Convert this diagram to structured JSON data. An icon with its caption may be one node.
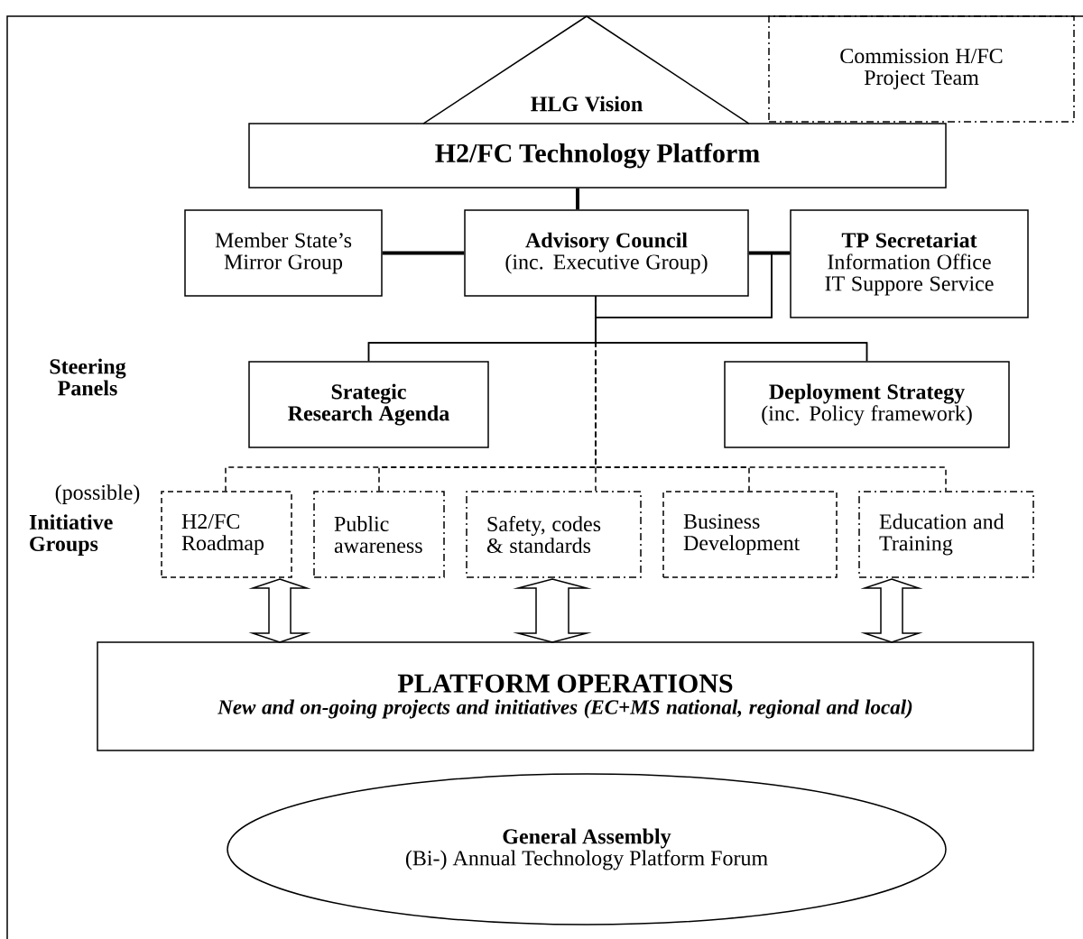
{
  "diagram": {
    "nodes": [
      {
        "text": [
          "HLG Vision"
        ]
      },
      {
        "text": [
          "Commission H/FC Project Team"
        ]
      },
      {
        "text": [
          "H2/FC Technology Platform"
        ]
      },
      {
        "text": [
          "Member State’s Mirror Group"
        ]
      },
      {
        "text": [
          "Advisory Council",
          "(inc. Executive Group)"
        ]
      },
      {
        "text": [
          "TP Secretariat",
          "Information Office",
          "IT Suppore Service"
        ]
      },
      {
        "text": [
          "Srategic Research Agenda"
        ]
      },
      {
        "text": [
          "Deployment Strategy",
          "(inc. Policy framework)"
        ]
      },
      {
        "text": [
          "H2/FC Roadmap"
        ]
      },
      {
        "text": [
          "Public awareness"
        ]
      },
      {
        "text": [
          "Safety, codes & standards"
        ]
      },
      {
        "text": [
          "Business Development"
        ]
      },
      {
        "text": [
          "Education and Training"
        ]
      },
      {
        "text": [
          "PLATFORM OPERATIONS",
          "New and on-going projects and initiatives (EC+MS national, regional and local)"
        ]
      },
      {
        "text": [
          "General Assembly",
          "(Bi-) Annual Technology Platform Forum"
        ]
      }
    ],
    "edges": [
      {
        "from": 2,
        "to": 4,
        "arrow": "none",
        "style": "thick"
      },
      {
        "from": 3,
        "to": 4,
        "arrow": "none",
        "style": "thick"
      },
      {
        "from": 4,
        "to": 5,
        "arrow": "none",
        "style": "thick"
      },
      {
        "from": 4,
        "to": 6,
        "arrow": "none"
      },
      {
        "from": 4,
        "to": 7,
        "arrow": "none"
      },
      {
        "from": 5,
        "to": 6,
        "arrow": "none"
      },
      {
        "from": 5,
        "to": 7,
        "arrow": "none"
      },
      {
        "from": 4,
        "to": 8,
        "arrow": "none",
        "style": "dashed"
      },
      {
        "from": 4,
        "to": 9,
        "arrow": "none",
        "style": "dashed"
      },
      {
        "from": 4,
        "to": 10,
        "arrow": "none",
        "style": "dashed"
      },
      {
        "from": 4,
        "to": 11,
        "arrow": "none",
        "style": "dashed"
      },
      {
        "from": 4,
        "to": 12,
        "arrow": "none",
        "style": "dashed"
      },
      {
        "from": 8,
        "to": 13,
        "arrow": "both"
      },
      {
        "from": 10,
        "to": 13,
        "arrow": "both"
      },
      {
        "from": 12,
        "to": 13,
        "arrow": "both"
      }
    ],
    "labels": [
      "Steering Panels",
      "(possible)",
      "Initiative Groups"
    ]
  }
}
